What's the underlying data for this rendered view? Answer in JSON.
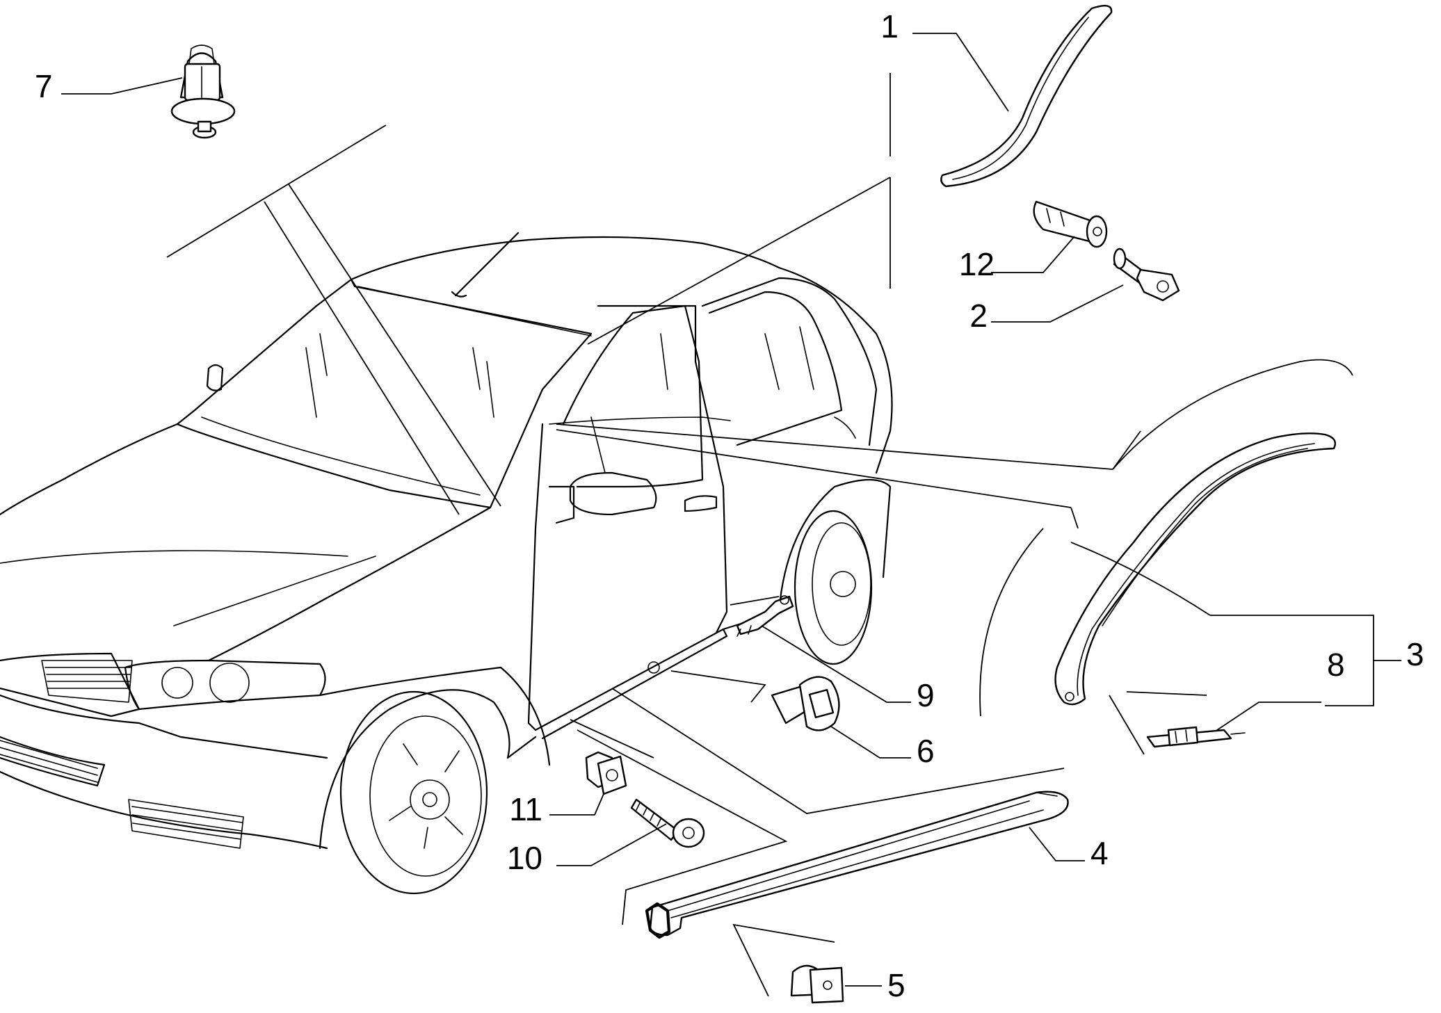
{
  "diagram": {
    "colors": {
      "ink": "#000000",
      "background": "#ffffff"
    },
    "callouts": [
      {
        "id": "c1",
        "number": "1"
      },
      {
        "id": "c2",
        "number": "2"
      },
      {
        "id": "c3",
        "number": "3"
      },
      {
        "id": "c4",
        "number": "4"
      },
      {
        "id": "c5",
        "number": "5"
      },
      {
        "id": "c6",
        "number": "6"
      },
      {
        "id": "c7",
        "number": "7"
      },
      {
        "id": "c8",
        "number": "8"
      },
      {
        "id": "c9",
        "number": "9"
      },
      {
        "id": "c10",
        "number": "10"
      },
      {
        "id": "c11",
        "number": "11"
      },
      {
        "id": "c12",
        "number": "12"
      }
    ]
  }
}
